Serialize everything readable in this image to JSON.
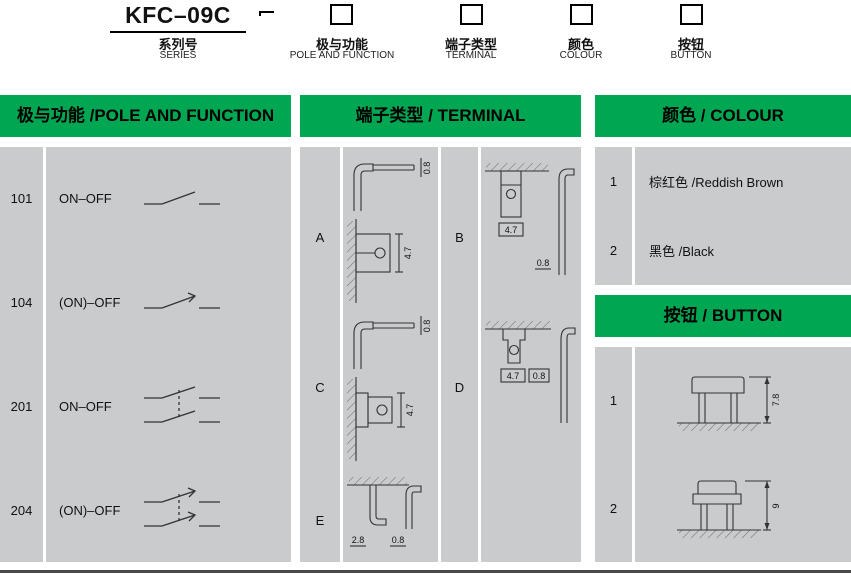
{
  "colors": {
    "green": "#00A651",
    "gray": "#C9CBCC"
  },
  "order_code": {
    "model": "KFC–09C",
    "series": {
      "cn": "系列号",
      "en": "SERIES"
    },
    "options": [
      {
        "cn": "极与功能",
        "en": "POLE AND FUNCTION"
      },
      {
        "cn": "端子类型",
        "en": "TERMINAL"
      },
      {
        "cn": "颜色",
        "en": "COLOUR"
      },
      {
        "cn": "按钮",
        "en": "BUTTON"
      }
    ]
  },
  "pole_function": {
    "title": "极与功能 /POLE AND FUNCTION",
    "rows": [
      {
        "code": "101",
        "label": "ON–OFF"
      },
      {
        "code": "104",
        "label": "(ON)–OFF"
      },
      {
        "code": "201",
        "label": "ON–OFF"
      },
      {
        "code": "204",
        "label": "(ON)–OFF"
      }
    ]
  },
  "terminal": {
    "title": "端子类型 / TERMINAL",
    "a": {
      "code": "A",
      "dim_pin": "0.8",
      "dim_body": "4.7"
    },
    "b": {
      "code": "B",
      "dim_body": "4.7",
      "dim_pin": "0.8"
    },
    "c": {
      "code": "C",
      "dim_pin": "0.8",
      "dim_body": "4.7"
    },
    "d": {
      "code": "D",
      "dim_body": "4.7",
      "dim_pin": "0.8"
    },
    "e": {
      "code": "E",
      "dim_body": "2.8",
      "dim_pin": "0.8"
    }
  },
  "colour": {
    "title": "颜色 / COLOUR",
    "rows": [
      {
        "code": "1",
        "label": "棕红色 /Reddish Brown"
      },
      {
        "code": "2",
        "label": "黑色 /Black"
      }
    ]
  },
  "button": {
    "title": "按钮 / BUTTON",
    "rows": [
      {
        "code": "1",
        "dim": "7.8"
      },
      {
        "code": "2",
        "dim": "9"
      }
    ]
  }
}
